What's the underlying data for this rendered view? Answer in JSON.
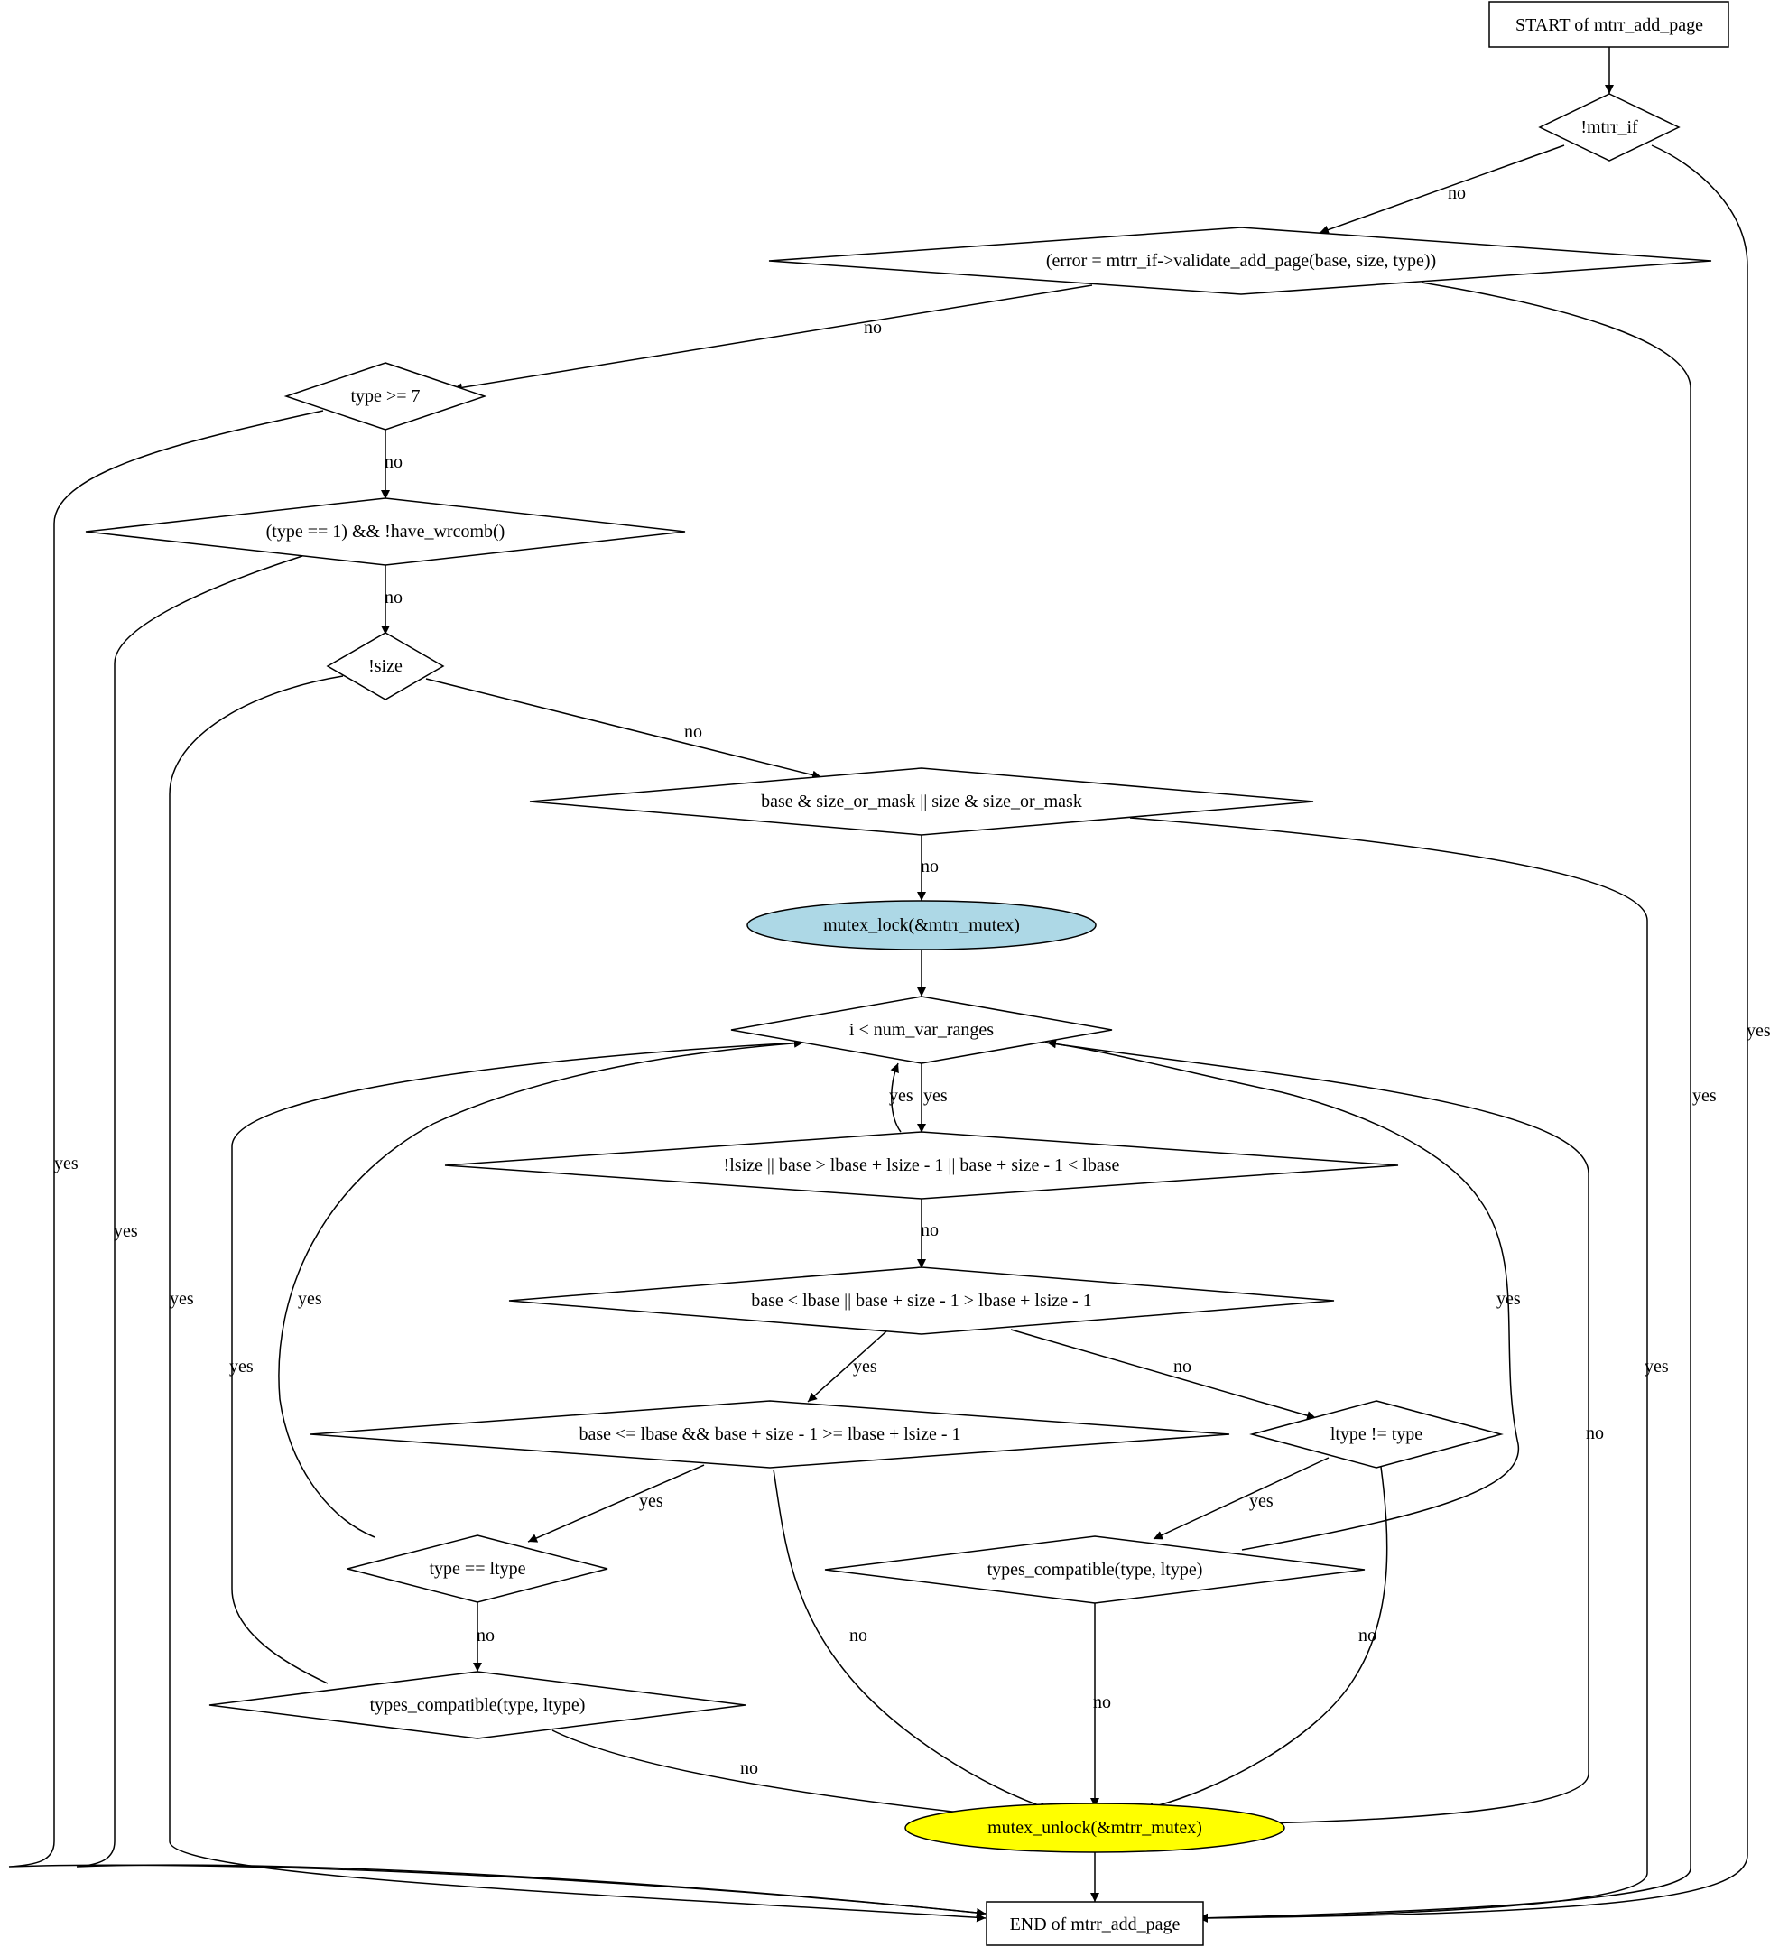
{
  "colors": {
    "lock_fill": "#add8e6",
    "unlock_fill": "#ffff00",
    "line": "#000000",
    "background": "#ffffff"
  },
  "nodes": {
    "start": "START of mtrr_add_page",
    "n1": "!mtrr_if",
    "n2": "(error = mtrr_if->validate_add_page(base, size, type))",
    "n3": "type >= 7",
    "n4": "(type == 1) && !have_wrcomb()",
    "n5": "!size",
    "n6": "base & size_or_mask || size & size_or_mask",
    "lock": "mutex_lock(&mtrr_mutex)",
    "loop": "i < num_var_ranges",
    "n7": "!lsize || base > lbase + lsize - 1 || base + size - 1 < lbase",
    "n8": "base < lbase || base + size - 1 > lbase + lsize - 1",
    "n9": "base <= lbase && base + size - 1 >= lbase + lsize - 1",
    "n10": "ltype != type",
    "n11": "type == ltype",
    "n12": "types_compatible(type, ltype)",
    "n13": "types_compatible(type, ltype)",
    "unlock": "mutex_unlock(&mtrr_mutex)",
    "end": "END of mtrr_add_page"
  },
  "labels": {
    "yes": "yes",
    "no": "no"
  }
}
